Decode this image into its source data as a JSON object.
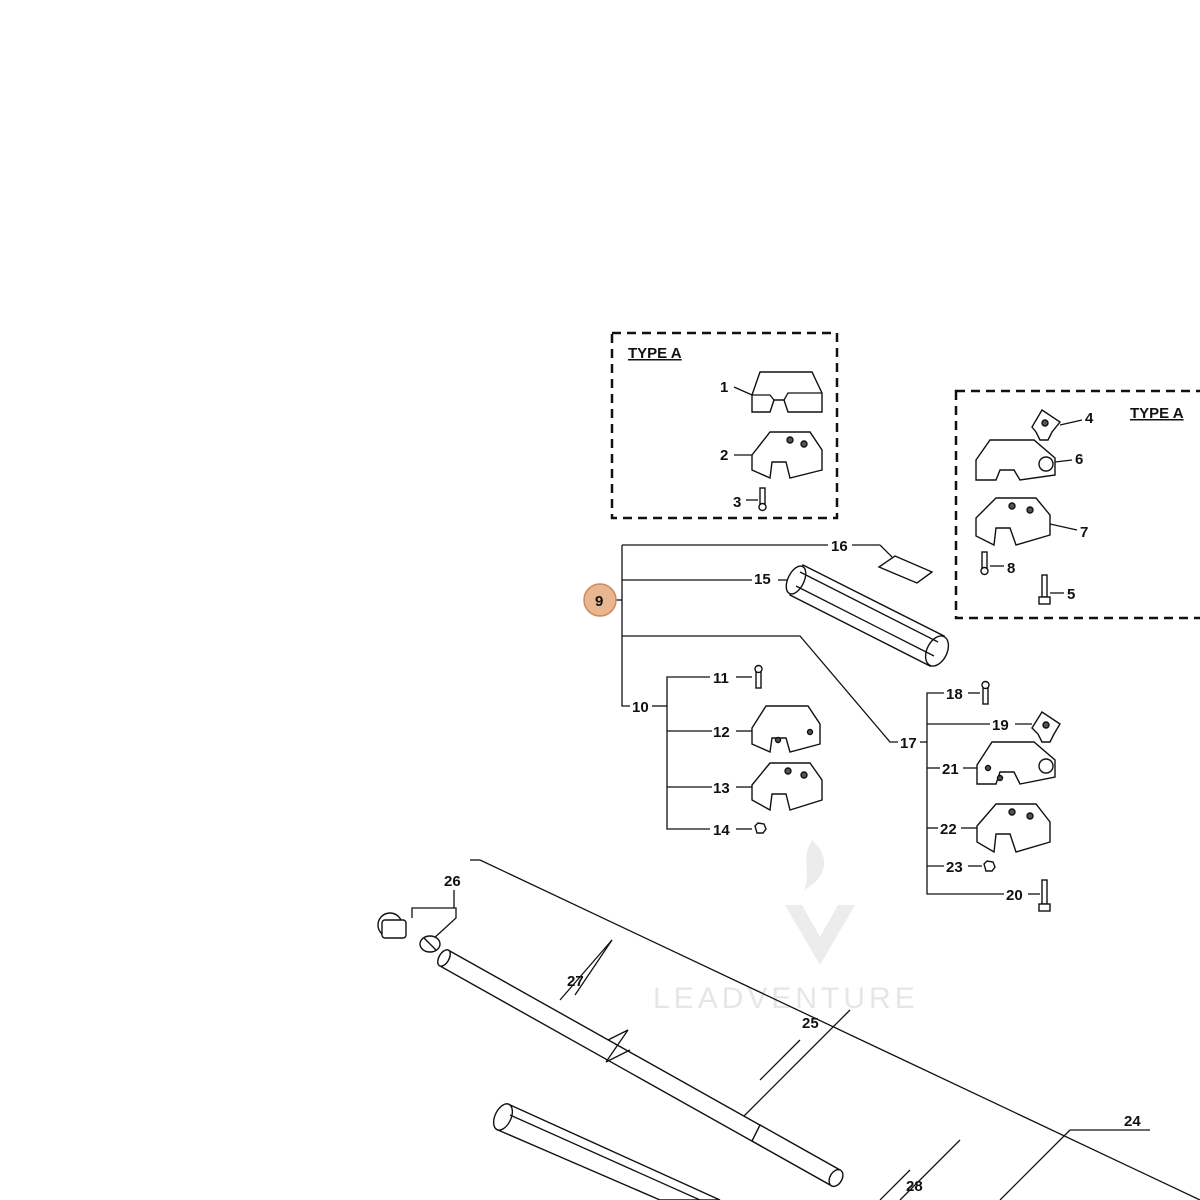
{
  "diagram": {
    "type_a_title": "TYPE A",
    "watermark": "LEADVENTURE",
    "highlight_color": "#e8b68f",
    "labels": {
      "p1": "1",
      "p2": "2",
      "p3": "3",
      "p4": "4",
      "p5": "5",
      "p6": "6",
      "p7": "7",
      "p8": "8",
      "p9": "9",
      "p10": "10",
      "p11": "11",
      "p12": "12",
      "p13": "13",
      "p14": "14",
      "p15": "15",
      "p16": "16",
      "p17": "17",
      "p18": "18",
      "p19": "19",
      "p20": "20",
      "p21": "21",
      "p22": "22",
      "p23": "23",
      "p24": "24",
      "p25": "25",
      "p26": "26",
      "p27": "27",
      "p28": "28"
    }
  }
}
